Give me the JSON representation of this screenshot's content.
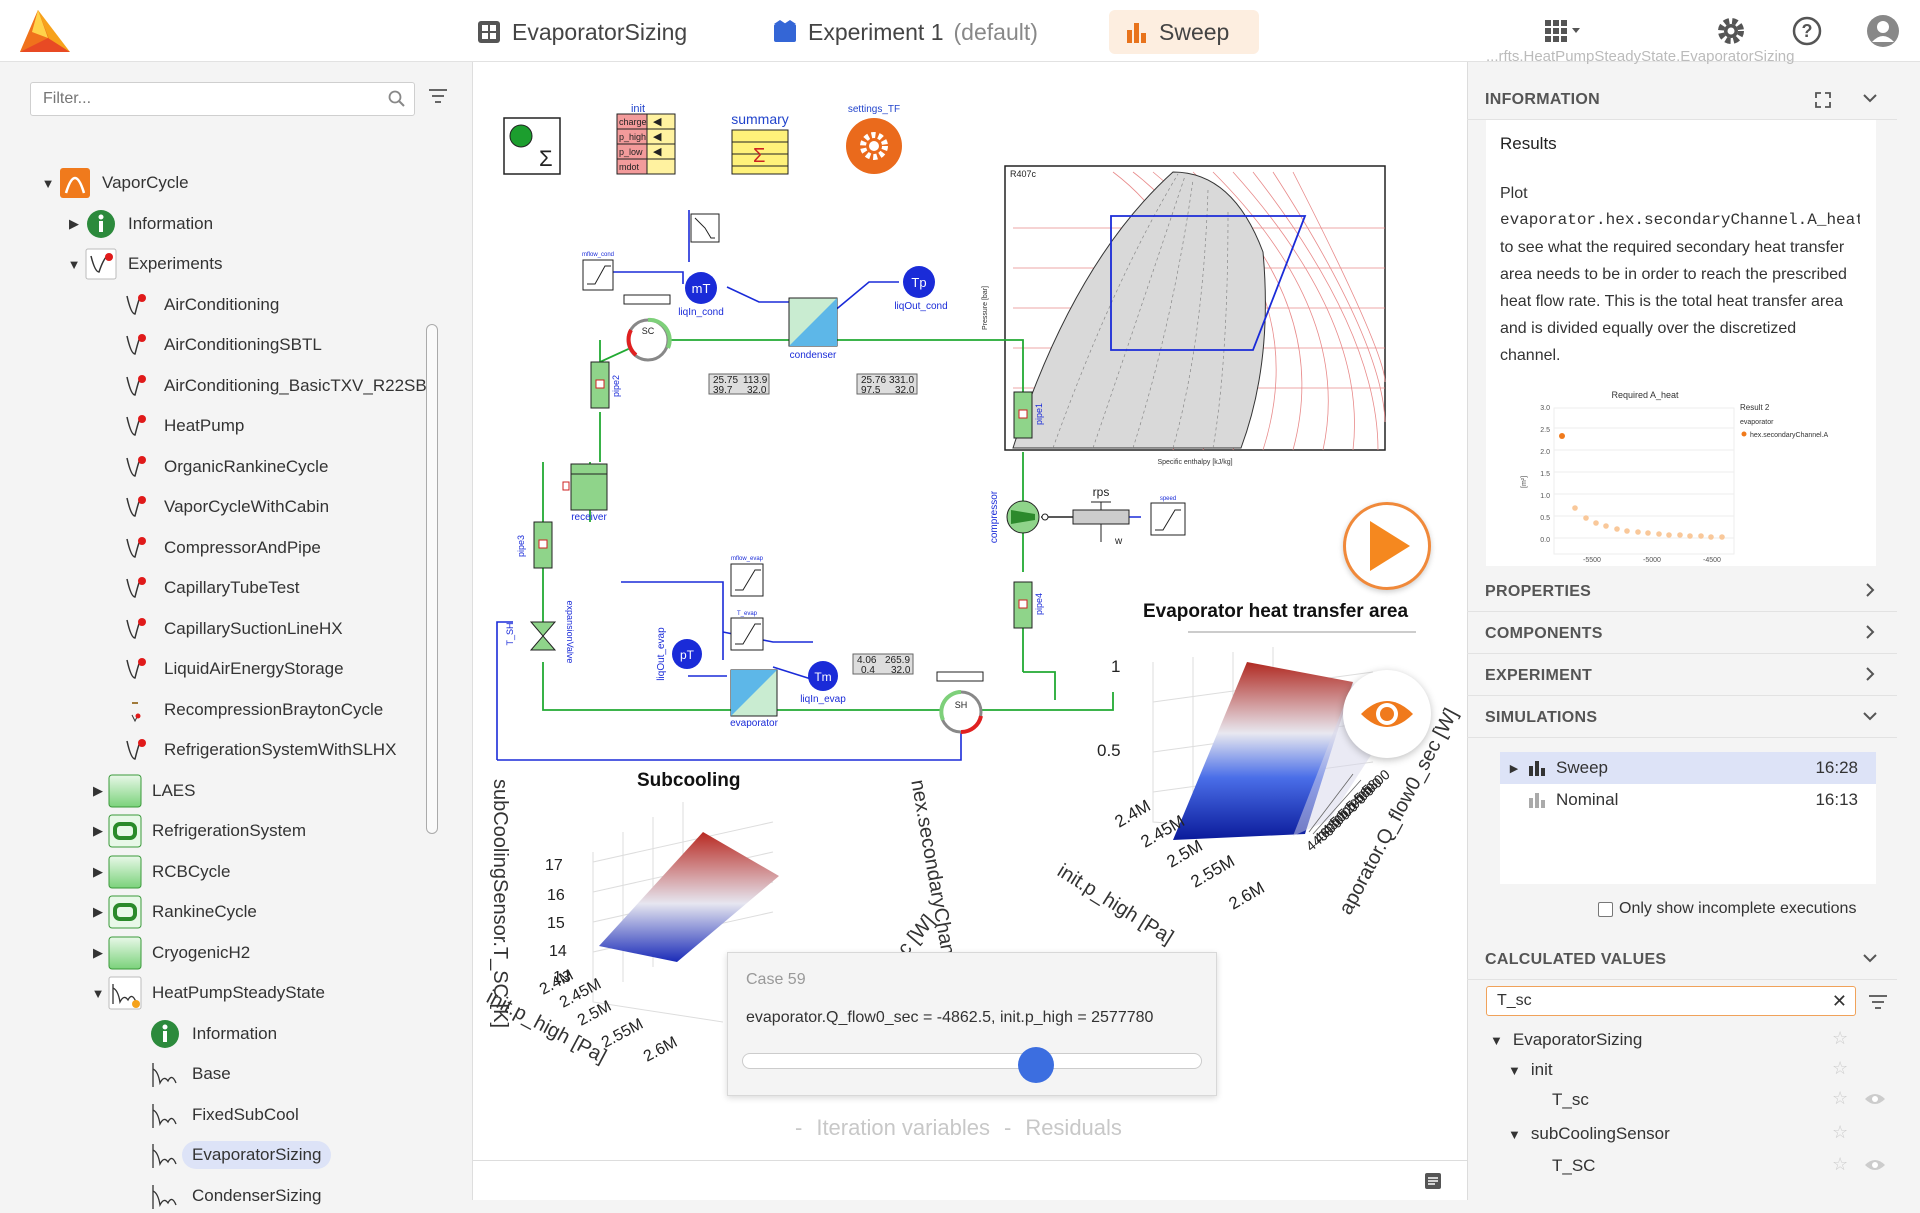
{
  "topbar": {
    "tabs": [
      {
        "label": "EvaporatorSizing",
        "icon": "model-icon"
      },
      {
        "label": "Experiment 1",
        "sub": "(default)",
        "icon": "experiment-icon"
      },
      {
        "label": "Sweep",
        "icon": "bar-chart-icon"
      }
    ]
  },
  "sidebar": {
    "filter_placeholder": "Filter...",
    "tree": [
      {
        "label": "VaporCycle",
        "level": 0,
        "expanded": true
      },
      {
        "label": "Information",
        "level": 1
      },
      {
        "label": "Experiments",
        "level": 1,
        "expanded": true
      },
      {
        "label": "AirConditioning",
        "level": 2
      },
      {
        "label": "AirConditioningSBTL",
        "level": 2
      },
      {
        "label": "AirConditioning_BasicTXV_R22SB",
        "level": 2
      },
      {
        "label": "HeatPump",
        "level": 2
      },
      {
        "label": "OrganicRankineCycle",
        "level": 2
      },
      {
        "label": "VaporCycleWithCabin",
        "level": 2
      },
      {
        "label": "CompressorAndPipe",
        "level": 2
      },
      {
        "label": "CapillaryTubeTest",
        "level": 2
      },
      {
        "label": "CapillarySuctionLineHX",
        "level": 2
      },
      {
        "label": "LiquidAirEnergyStorage",
        "level": 2
      },
      {
        "label": "RecompressionBraytonCycle",
        "level": 2
      },
      {
        "label": "RefrigerationSystemWithSLHX",
        "level": 2
      },
      {
        "label": "LAES",
        "level": 1
      },
      {
        "label": "RefrigerationSystem",
        "level": 1
      },
      {
        "label": "RCBCycle",
        "level": 1
      },
      {
        "label": "RankineCycle",
        "level": 1
      },
      {
        "label": "CryogenicH2",
        "level": 1
      },
      {
        "label": "HeatPumpSteadyState",
        "level": 1,
        "expanded": true
      },
      {
        "label": "Information",
        "level": 2
      },
      {
        "label": "Base",
        "level": 2
      },
      {
        "label": "FixedSubCool",
        "level": 2
      },
      {
        "label": "EvaporatorSizing",
        "level": 2,
        "selected": true
      },
      {
        "label": "CondenserSizing",
        "level": 2
      }
    ]
  },
  "canvas": {
    "icons": {
      "init": "init",
      "summary": "summary",
      "settings": "settings_TF"
    },
    "diagram_labels": {
      "condenser": "condenser",
      "receiver": "receiver",
      "evaporator": "evaporator",
      "compressor": "compressor",
      "expansion": "expansionValve",
      "pipe1": "pipe1",
      "pipe2": "pipe2",
      "pipe3": "pipe3",
      "pipe4": "pipe4",
      "mT": "mT",
      "Tp": "Tp",
      "pT": "pT",
      "Tm": "Tm",
      "sc": "SC",
      "sh": "SH",
      "liqIn_cond": "liqIn_cond",
      "liqOut_cond": "liqOut_cond",
      "liqIn_evap": "liqIn_evap",
      "liqOut_evap": "liqOut_evap",
      "rps": "rps",
      "w": "w",
      "speed": "speed",
      "mflow_cond": "mflow_cond",
      "mflow_evap": "mflow_evap",
      "T_evap": "T_evap",
      "T_SH": "T_SH",
      "cond_in": [
        "25.75",
        "113.9",
        "39.7",
        "32.0"
      ],
      "cond_out": [
        "25.76",
        "331.0",
        "97.5",
        "32.0"
      ],
      "evap_out": [
        "4.06",
        "265.9",
        "0.4",
        "32.0"
      ]
    },
    "ph_diagram": {
      "fluid": "R407c",
      "xlabel": "Specific enthalpy [kJ/kg]",
      "ylabel": "Pressure [bar]"
    },
    "captions": {
      "subcooling": "Subcooling",
      "evap_area": "Evaporator heat transfer area"
    },
    "plot3d_left": {
      "z_ticks": [
        "17",
        "16",
        "15",
        "14",
        "13"
      ],
      "x_ticks": [
        "2.4M",
        "2.45M",
        "2.5M",
        "2.55M",
        "2.6M"
      ],
      "zlabel": "subCoolingSensor.T_SC [K]",
      "xlabel": "init.p_high [Pa]",
      "ylabel": "c [W]"
    },
    "plot3d_right": {
      "z_ticks": [
        "1",
        "0.5"
      ],
      "x_ticks": [
        "2.4M",
        "2.45M",
        "2.5M",
        "2.55M",
        "2.6M"
      ],
      "y_ticks": [
        "4400",
        "4600",
        "4800",
        "5000",
        "5200",
        "5400",
        "5600",
        "5800"
      ],
      "zlabel": "nex.secondaryChannel.A_heat_s",
      "xlabel": "init.p_high [Pa]",
      "ylabel": "aporator.Q_flow0_sec [W]"
    },
    "case": {
      "title": "Case 59",
      "expr": "evaporator.Q_flow0_sec = -4862.5, init.p_high = 2577780",
      "slider_fraction": 0.64
    },
    "iteration_labels": {
      "dash1": "-",
      "iter": "Iteration variables",
      "dash2": "-",
      "res": "Residuals"
    }
  },
  "right": {
    "path": "...rfts.HeatPumpSteadyState.EvaporatorSizing",
    "sections": {
      "information": "INFORMATION",
      "properties": "PROPERTIES",
      "components": "COMPONENTS",
      "experiment": "EXPERIMENT",
      "simulations": "SIMULATIONS",
      "calculated": "CALCULATED VALUES"
    },
    "info": {
      "heading": "Results",
      "p1": "Plot",
      "code": "evaporator.hex.secondaryChannel.A_heat",
      "p2": "to see what the required secondary heat transfer area needs to be in order to reach the prescribed heat flow rate. This is the total heat transfer area and is divided equally over the discretized channel."
    },
    "mini_chart": {
      "title": "Required A_heat",
      "legend_title": "Result 2",
      "legend_sub": "evaporator",
      "legend_item": "hex.secondaryChannel.A",
      "y_ticks": [
        "3.0",
        "2.5",
        "2.0",
        "1.5",
        "1.0",
        "0.5",
        "0.0"
      ],
      "x_ticks": [
        "-5500",
        "-5000",
        "-4500"
      ],
      "yunit": "[m²]"
    },
    "simulations": [
      {
        "name": "Sweep",
        "time": "16:28",
        "active": true
      },
      {
        "name": "Nominal",
        "time": "16:13",
        "active": false
      }
    ],
    "only_incomplete": "Only show incomplete executions",
    "cv_search": "T_sc",
    "cv_tree": [
      {
        "label": "EvaporatorSizing",
        "level": 0
      },
      {
        "label": "init",
        "level": 1
      },
      {
        "label": "T_sc",
        "level": 2
      },
      {
        "label": "subCoolingSensor",
        "level": 1
      },
      {
        "label": "T_SC",
        "level": 2
      }
    ]
  }
}
